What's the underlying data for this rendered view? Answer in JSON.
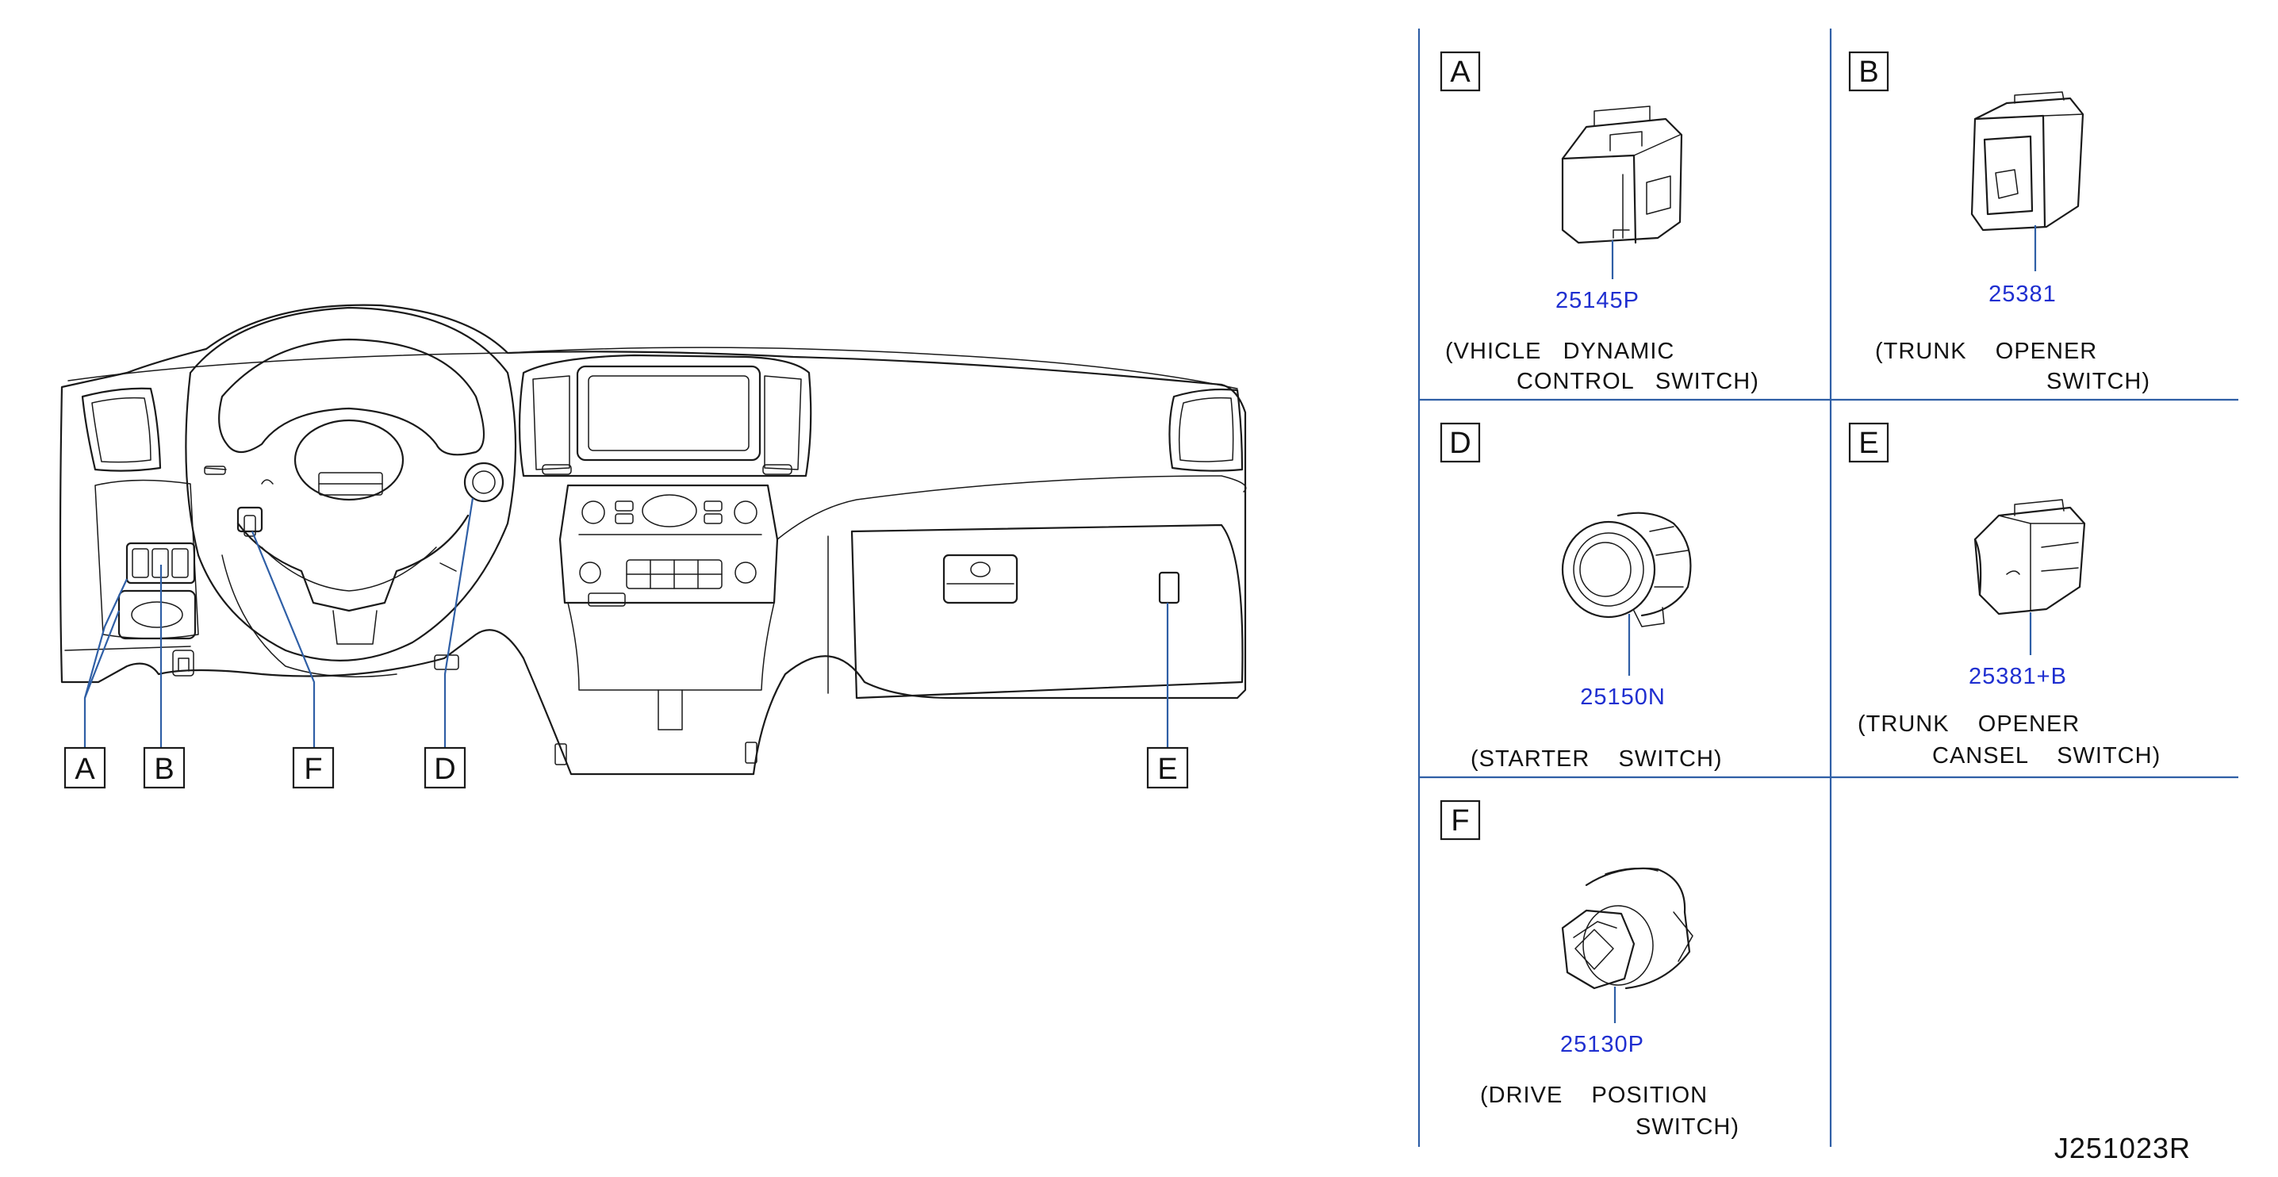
{
  "callouts": {
    "A": "A",
    "B": "B",
    "F": "F",
    "D": "D",
    "E": "E"
  },
  "panels": {
    "A": {
      "letter": "A",
      "part": "25145P",
      "line1": "(VHICLE   DYNAMIC",
      "line2": "CONTROL   SWITCH)"
    },
    "B": {
      "letter": "B",
      "part": "25381",
      "line1": "(TRUNK    OPENER",
      "line2": "SWITCH)"
    },
    "D": {
      "letter": "D",
      "part": "25150N",
      "line1": "(STARTER    SWITCH)",
      "line2": ""
    },
    "E": {
      "letter": "E",
      "part": "25381+B",
      "line1": "(TRUNK    OPENER",
      "line2": "CANSEL    SWITCH)"
    },
    "F": {
      "letter": "F",
      "part": "25130P",
      "line1": "(DRIVE    POSITION",
      "line2": "SWITCH)"
    }
  },
  "drawing_number": "J251023R",
  "colors": {
    "line": "#1a1a1a",
    "leader": "#2f5fa6",
    "part_number": "#1f2fd0"
  }
}
